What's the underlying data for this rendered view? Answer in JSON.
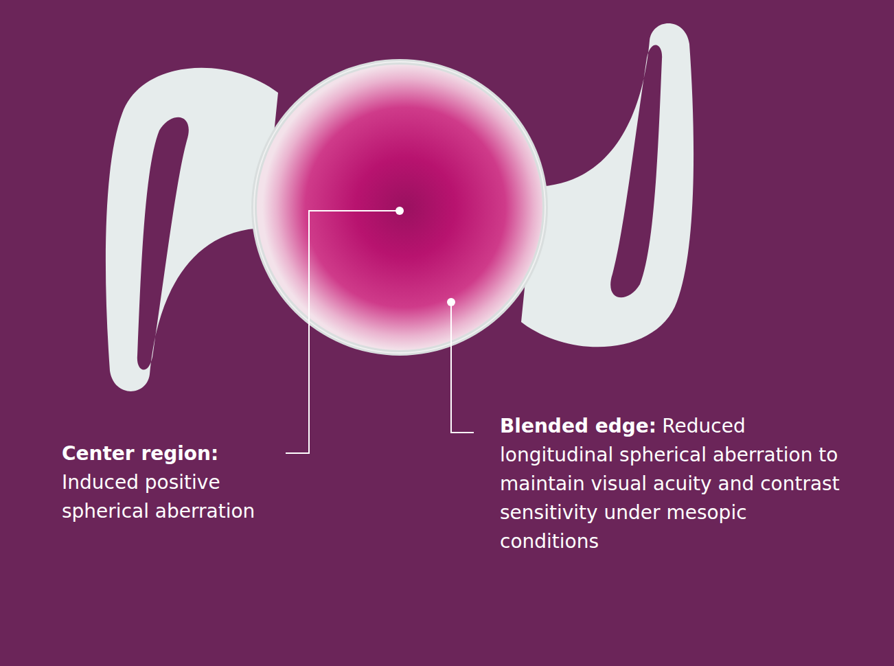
{
  "diagram": {
    "labels": [
      "Center region:",
      "Induced positive spherical aberration",
      "Blended edge:",
      "Reduced longitudinal spherical aberration to maintain visual acuity and contrast sensitivity under mesopic conditions"
    ]
  }
}
